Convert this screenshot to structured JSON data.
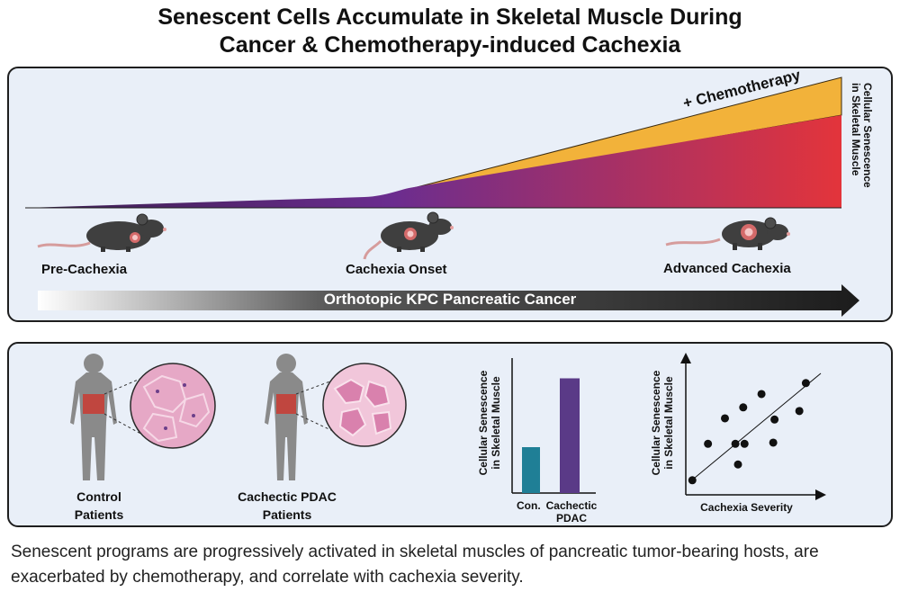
{
  "title": {
    "line1": "Senescent Cells Accumulate in Skeletal Muscle During",
    "line2": "Cancer & Chemotherapy-induced Cachexia"
  },
  "top_panel": {
    "chemo_label": "+ Chemotherapy",
    "y_label_line1": "Cellular Senescence",
    "y_label_line2": "in Skeletal Muscle",
    "stages": [
      "Pre-Cachexia",
      "Cachexia Onset",
      "Advanced Cachexia"
    ],
    "arrow_label": "Orthotopic KPC Pancreatic Cancer",
    "colors": {
      "senescence_start": "#6b2d8f",
      "senescence_end": "#e3343b",
      "chemo": "#f2b23a"
    }
  },
  "bottom_panel": {
    "patients": [
      {
        "line1": "Control",
        "line2": "Patients"
      },
      {
        "line1": "Cachectic PDAC",
        "line2": "Patients"
      }
    ],
    "bar_chart": {
      "y_label_line1": "Cellular Senescence",
      "y_label_line2": "in Skeletal Muscle",
      "category_labels": {
        "con": "Con.",
        "cachectic_line1": "Cachectic",
        "cachectic_line2": "PDAC"
      },
      "colors": [
        "#1f7f96",
        "#5a3a87"
      ]
    },
    "scatter": {
      "y_label_line1": "Cellular Senescence",
      "y_label_line2": "in Skeletal Muscle",
      "x_label": "Cachexia Severity"
    }
  },
  "chart_data": [
    {
      "type": "bar",
      "categories": [
        "Con.",
        "Cachectic PDAC"
      ],
      "values": [
        0.34,
        0.85
      ],
      "ylim": [
        0,
        1
      ],
      "xlabel": "",
      "ylabel": "Cellular Senescence in Skeletal Muscle"
    },
    {
      "type": "scatter",
      "x": [
        0.05,
        0.17,
        0.3,
        0.38,
        0.4,
        0.44,
        0.45,
        0.58,
        0.67,
        0.68,
        0.87,
        0.92
      ],
      "y": [
        0.12,
        0.42,
        0.63,
        0.42,
        0.25,
        0.72,
        0.42,
        0.83,
        0.43,
        0.62,
        0.69,
        0.92
      ],
      "xlabel": "Cachexia Severity",
      "ylabel": "Cellular Senescence in Skeletal Muscle",
      "trend_line": true
    }
  ],
  "caption": "Senescent programs are progressively activated in skeletal muscles of pancreatic tumor-bearing hosts, are exacerbated by chemotherapy, and correlate with cachexia severity."
}
